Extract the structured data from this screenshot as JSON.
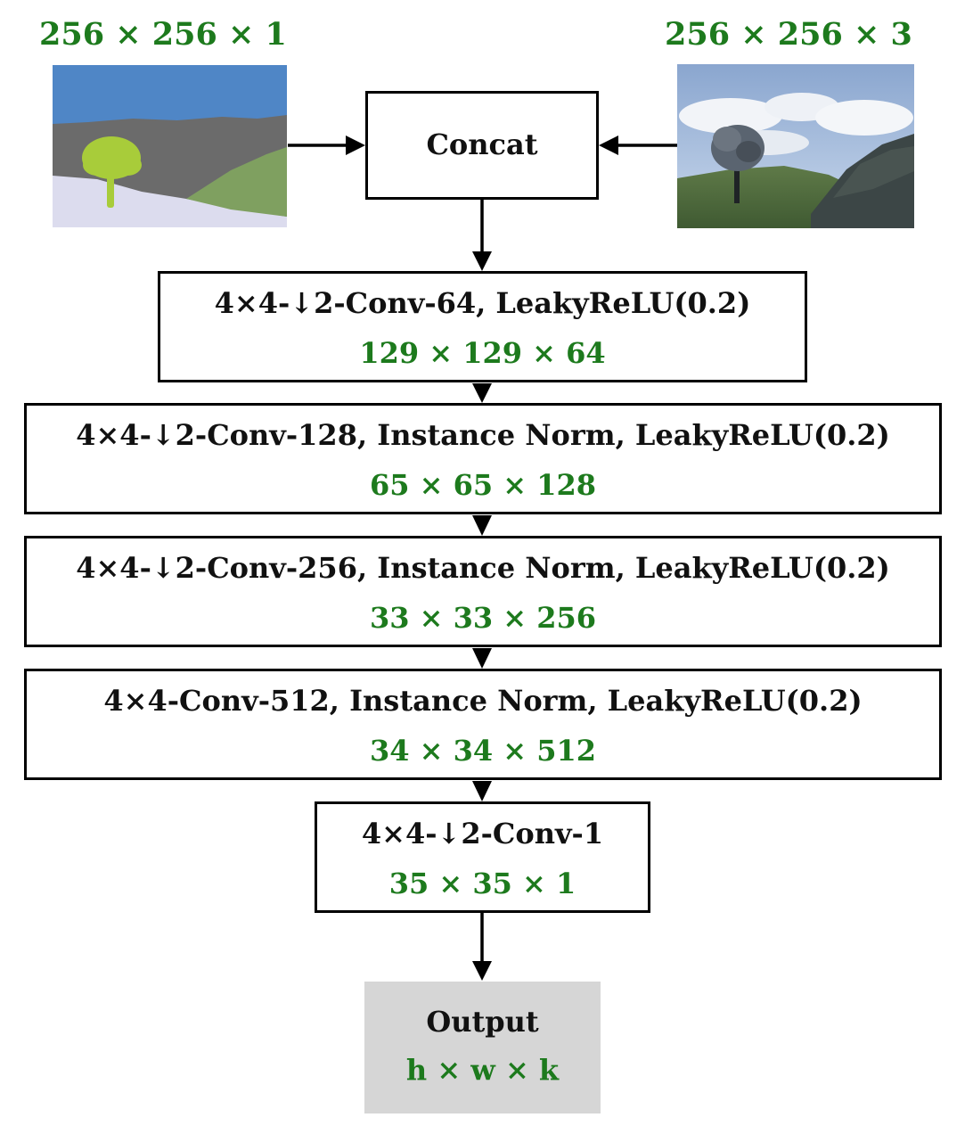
{
  "inputs": {
    "seg": {
      "dims": "256 × 256 × 1"
    },
    "photo": {
      "dims": "256 × 256 × 3"
    }
  },
  "concat": {
    "label": "Concat"
  },
  "layers": [
    {
      "label": "4×4-↓2-Conv-64, LeakyReLU(0.2)",
      "dims": "129 × 129 × 64"
    },
    {
      "label": "4×4-↓2-Conv-128, Instance Norm, LeakyReLU(0.2)",
      "dims": "65 × 65 × 128"
    },
    {
      "label": "4×4-↓2-Conv-256, Instance Norm, LeakyReLU(0.2)",
      "dims": "33 × 33 × 256"
    },
    {
      "label": "4×4-Conv-512, Instance Norm, LeakyReLU(0.2)",
      "dims": "34 × 34 × 512"
    },
    {
      "label": "4×4-↓2-Conv-1",
      "dims": "35 × 35 × 1"
    }
  ],
  "output": {
    "label": "Output",
    "dims": "h × w × k"
  },
  "colors": {
    "dims_green": "#1d7a1d",
    "output_fill": "#d6d6d6",
    "seg_sky": "#4f86c6",
    "seg_mountain": "#6b6b6b",
    "seg_hill": "#7fa060",
    "seg_tree": "#a8cc3a",
    "seg_ground": "#dcdcee"
  }
}
